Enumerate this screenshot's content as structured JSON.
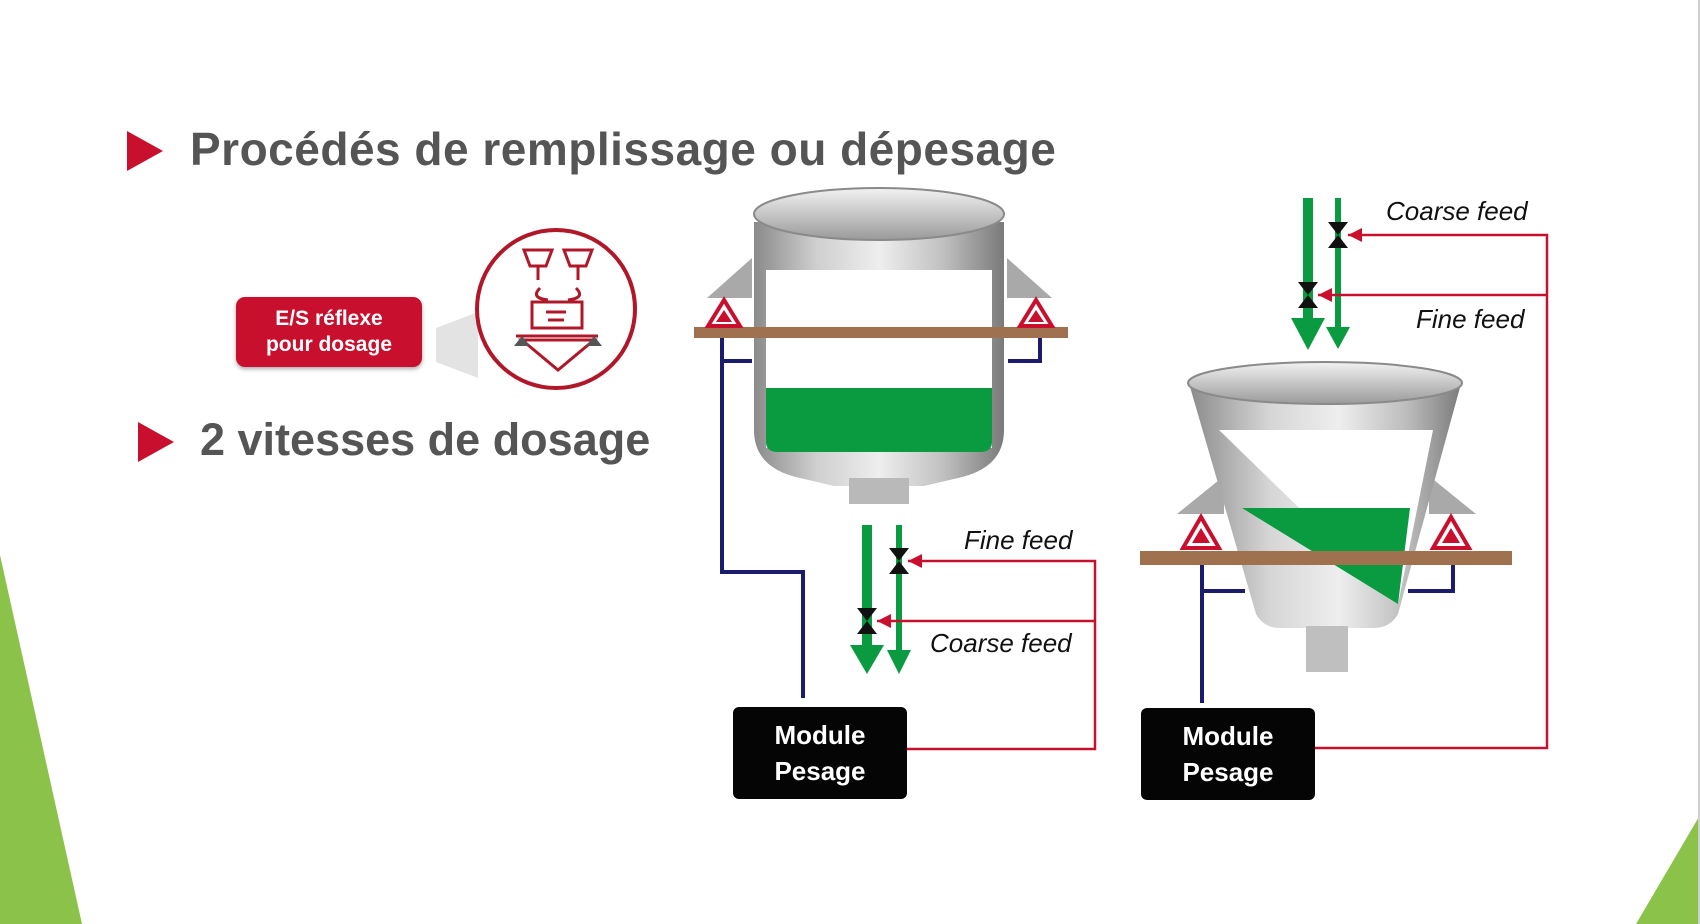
{
  "slide": {
    "title": "Procédés de remplissage ou dépesage",
    "subtitle": "2 vitesses de dosage",
    "badge_line1": "E/S réflexe",
    "badge_line2": "pour dosage"
  },
  "filling_diagram": {
    "fine_feed_label": "Fine feed",
    "coarse_feed_label": "Coarse feed",
    "module_line1": "Module",
    "module_line2": "Pesage"
  },
  "emptying_diagram": {
    "coarse_feed_label": "Coarse feed",
    "fine_feed_label": "Fine feed",
    "module_line1": "Module",
    "module_line2": "Pesage"
  },
  "colors": {
    "accent_red": "#c8102e",
    "fill_green": "#0a9b40",
    "pipe_navy": "#1c1c6e",
    "beam_brown": "#a0714f",
    "corner_green": "#8bc34a"
  },
  "icons": [
    "bullet-triangle-icon",
    "dosing-station-icon",
    "valve-icon",
    "load-cell-icon",
    "flow-arrow-icon"
  ]
}
